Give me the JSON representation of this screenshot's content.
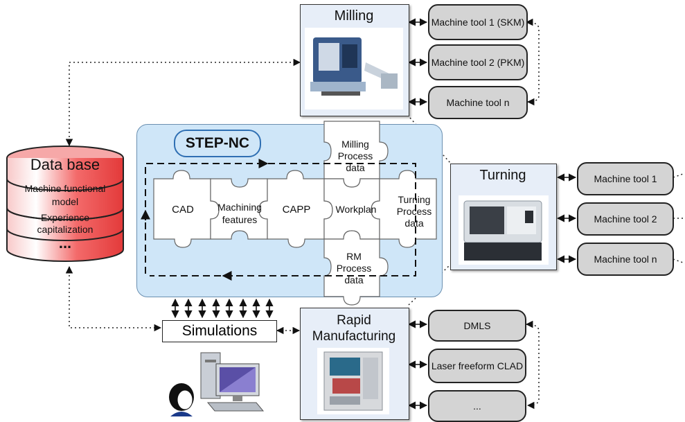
{
  "database": {
    "title": "Data base",
    "items": [
      "Machine functional model",
      "Experience capitalization",
      "..."
    ]
  },
  "step_nc": {
    "title": "STEP-NC",
    "pieces": [
      "CAD",
      "Machining features",
      "CAPP",
      "Workplan",
      "Turning Process data",
      "Milling Process data",
      "RM Process data"
    ]
  },
  "milling": {
    "title": "Milling",
    "machines": [
      "Machine tool 1 (SKM)",
      "Machine tool 2 (PKM)",
      "Machine tool n"
    ]
  },
  "turning": {
    "title": "Turning",
    "machines": [
      "Machine tool 1",
      "Machine tool 2",
      "Machine tool n"
    ]
  },
  "rapid": {
    "title": "Rapid Manufacturing",
    "machines": [
      "DMLS",
      "Laser freeform CLAD",
      "..."
    ]
  },
  "simulations": {
    "label": "Simulations"
  },
  "colors": {
    "database_red": "#f04545",
    "panel_blue": "#cfe6f8",
    "title_border": "#2f6fb3",
    "machine_grey": "#d4d4d4"
  }
}
